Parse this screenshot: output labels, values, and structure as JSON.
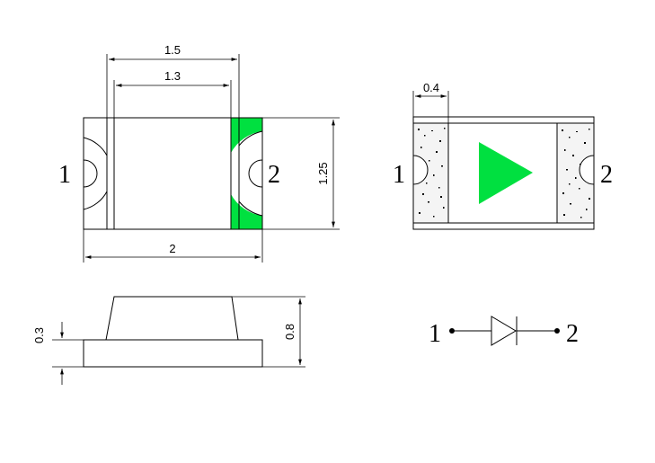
{
  "dimensions": {
    "top_width_outer": "1.5",
    "top_width_inner": "1.3",
    "height": "1.25",
    "length": "2",
    "pad_width": "0.4",
    "body_thickness": "0.3",
    "total_height": "0.8"
  },
  "pins": {
    "top_left": "1",
    "top_right": "2",
    "bottom_left": "1",
    "bottom_right": "2",
    "schematic_left": "1",
    "schematic_right": "2"
  },
  "colors": {
    "polarity_mark": "#00e040",
    "led_triangle": "#00e040",
    "line": "#000000"
  },
  "icons": {
    "polarity": "green-band-icon",
    "led_symbol": "led-triangle-icon",
    "schematic": "diode-symbol-icon"
  }
}
